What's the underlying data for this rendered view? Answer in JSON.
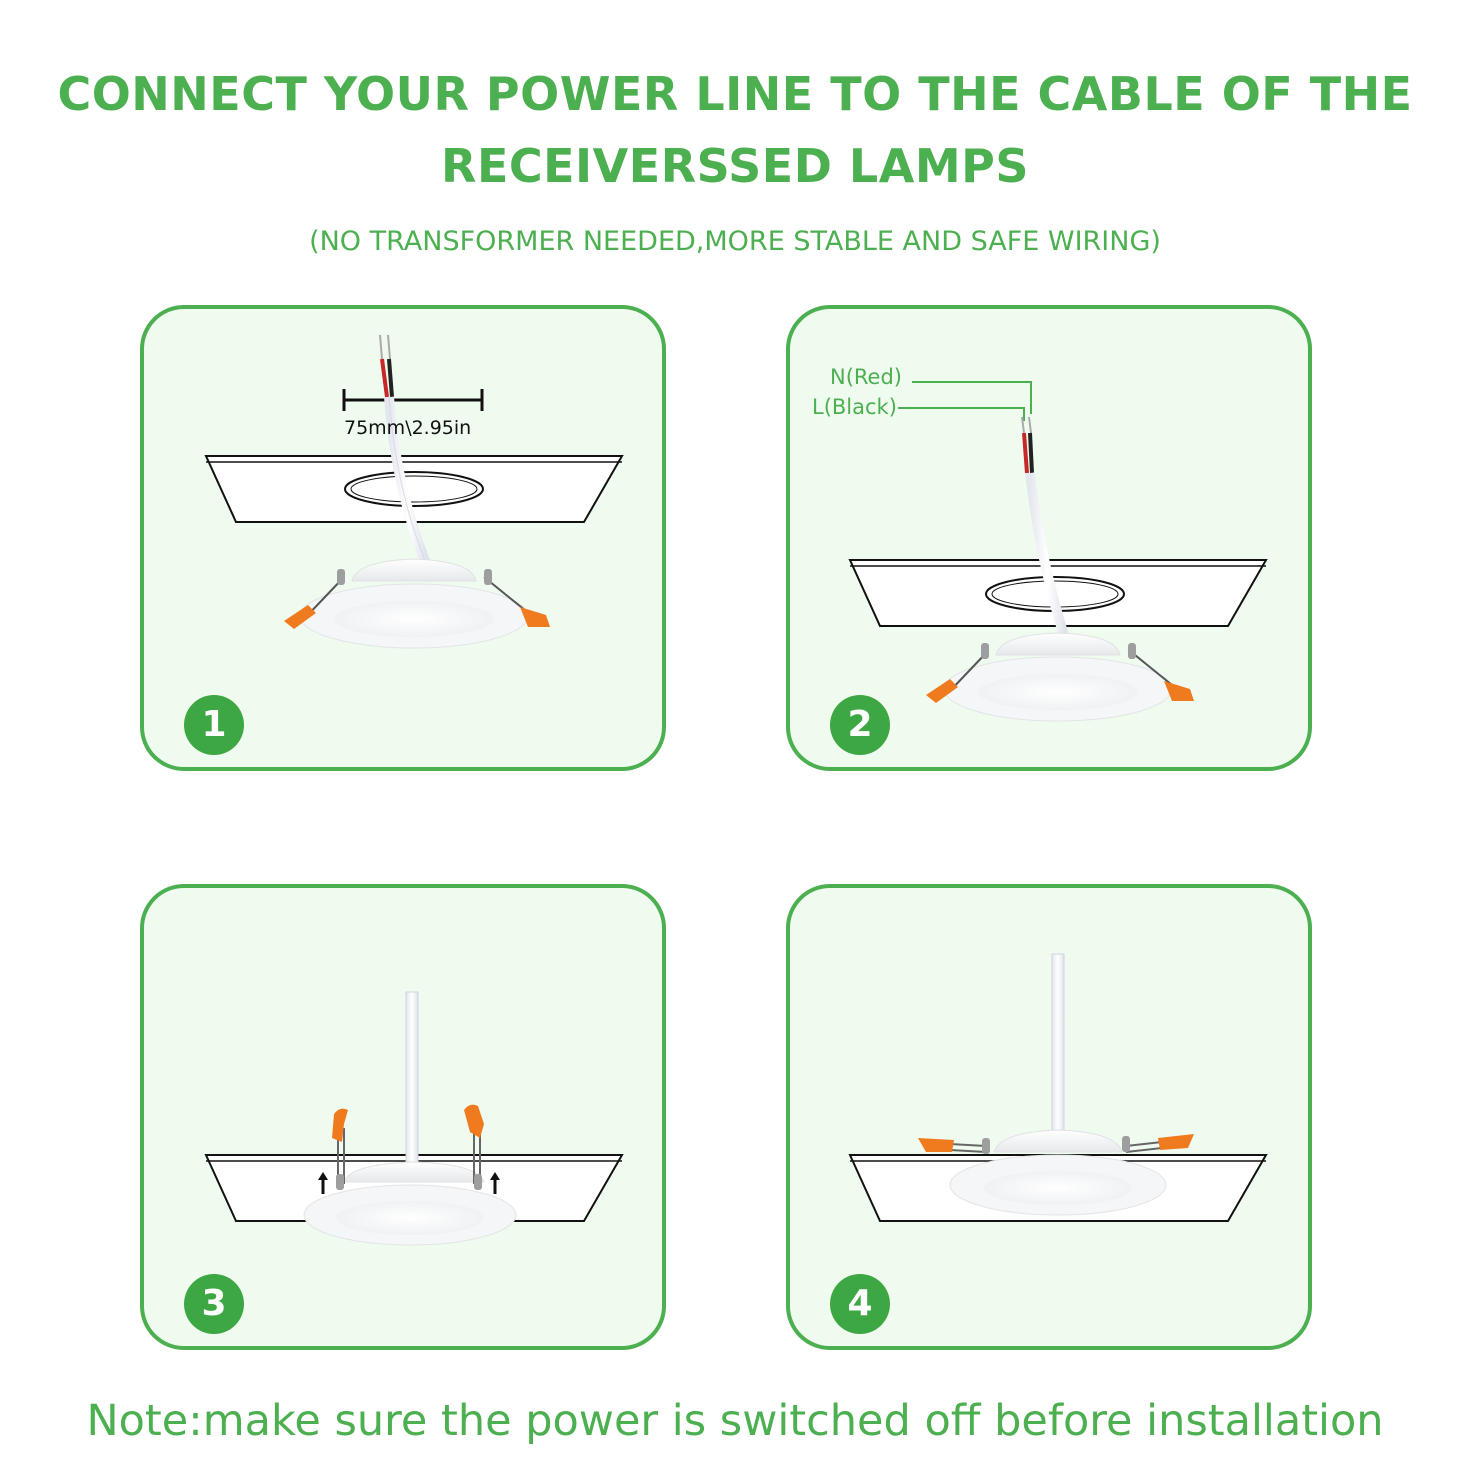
{
  "header": {
    "title_line1": "CONNECT YOUR POWER LINE TO THE CABLE OF THE",
    "title_line2": "RECEIVERSSED LAMPS",
    "subtitle": "(NO TRANSFORMER NEEDED,MORE STABLE AND SAFE WIRING)"
  },
  "steps": [
    {
      "number": "1",
      "measurement": "75mm\\2.95in"
    },
    {
      "number": "2",
      "wire_neutral": "N(Red)",
      "wire_live": "L(Black)"
    },
    {
      "number": "3"
    },
    {
      "number": "4"
    }
  ],
  "footer": {
    "note": "Note:make sure the power is switched off before installation"
  },
  "colors": {
    "accent": "#4caf50",
    "badge": "#3da743",
    "panel_bg": "#f0fbef",
    "clip": "#f07a1e"
  }
}
